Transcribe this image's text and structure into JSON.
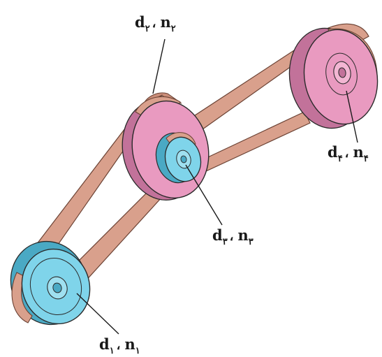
{
  "labels": {
    "p2": {
      "var_d": "d",
      "sub_d": "۲",
      "sep": "،",
      "var_n": "n",
      "sub_n": "۲"
    },
    "p4": {
      "var_d": "d",
      "sub_d": "۴",
      "sep": "،",
      "var_n": "n",
      "sub_n": "۴"
    },
    "p3": {
      "var_d": "d",
      "sub_d": "۳",
      "sep": "،",
      "var_n": "n",
      "sub_n": "۳"
    },
    "p1": {
      "var_d": "d",
      "sub_d": "۱",
      "sep": "،",
      "var_n": "n",
      "sub_n": "۱"
    }
  },
  "colors": {
    "belt": "#d9a08c",
    "belt_edge": "#8a5a4c",
    "large_pulley": "#e99ac0",
    "large_pulley_dark": "#c2729a",
    "small_pulley": "#7fd4ea",
    "small_pulley_dark": "#4aa9c4",
    "outline": "#2a2a2a"
  }
}
